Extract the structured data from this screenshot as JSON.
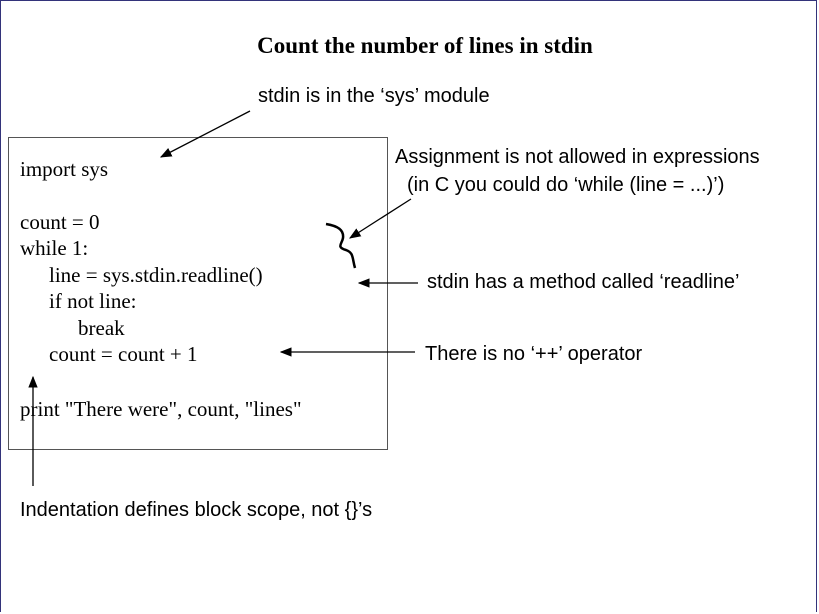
{
  "slide": {
    "title": "Count the number of lines in stdin"
  },
  "code": {
    "lines": [
      "import sys",
      "count = 0",
      "while 1:",
      "line = sys.stdin.readline()",
      "if not line:",
      "break",
      "count = count + 1",
      "print \"There were\", count, \"lines\""
    ]
  },
  "annotations": {
    "stdin_module": "stdin is in the ‘sys’ module",
    "assignment_line1": "Assignment is not allowed in expressions",
    "assignment_line2": "(in C you could do ‘while (line = ...)’)",
    "readline_method": "stdin has a method called ‘readline’",
    "no_increment": "There is no ‘++’ operator",
    "indentation": "Indentation defines block scope, not {}’s"
  }
}
